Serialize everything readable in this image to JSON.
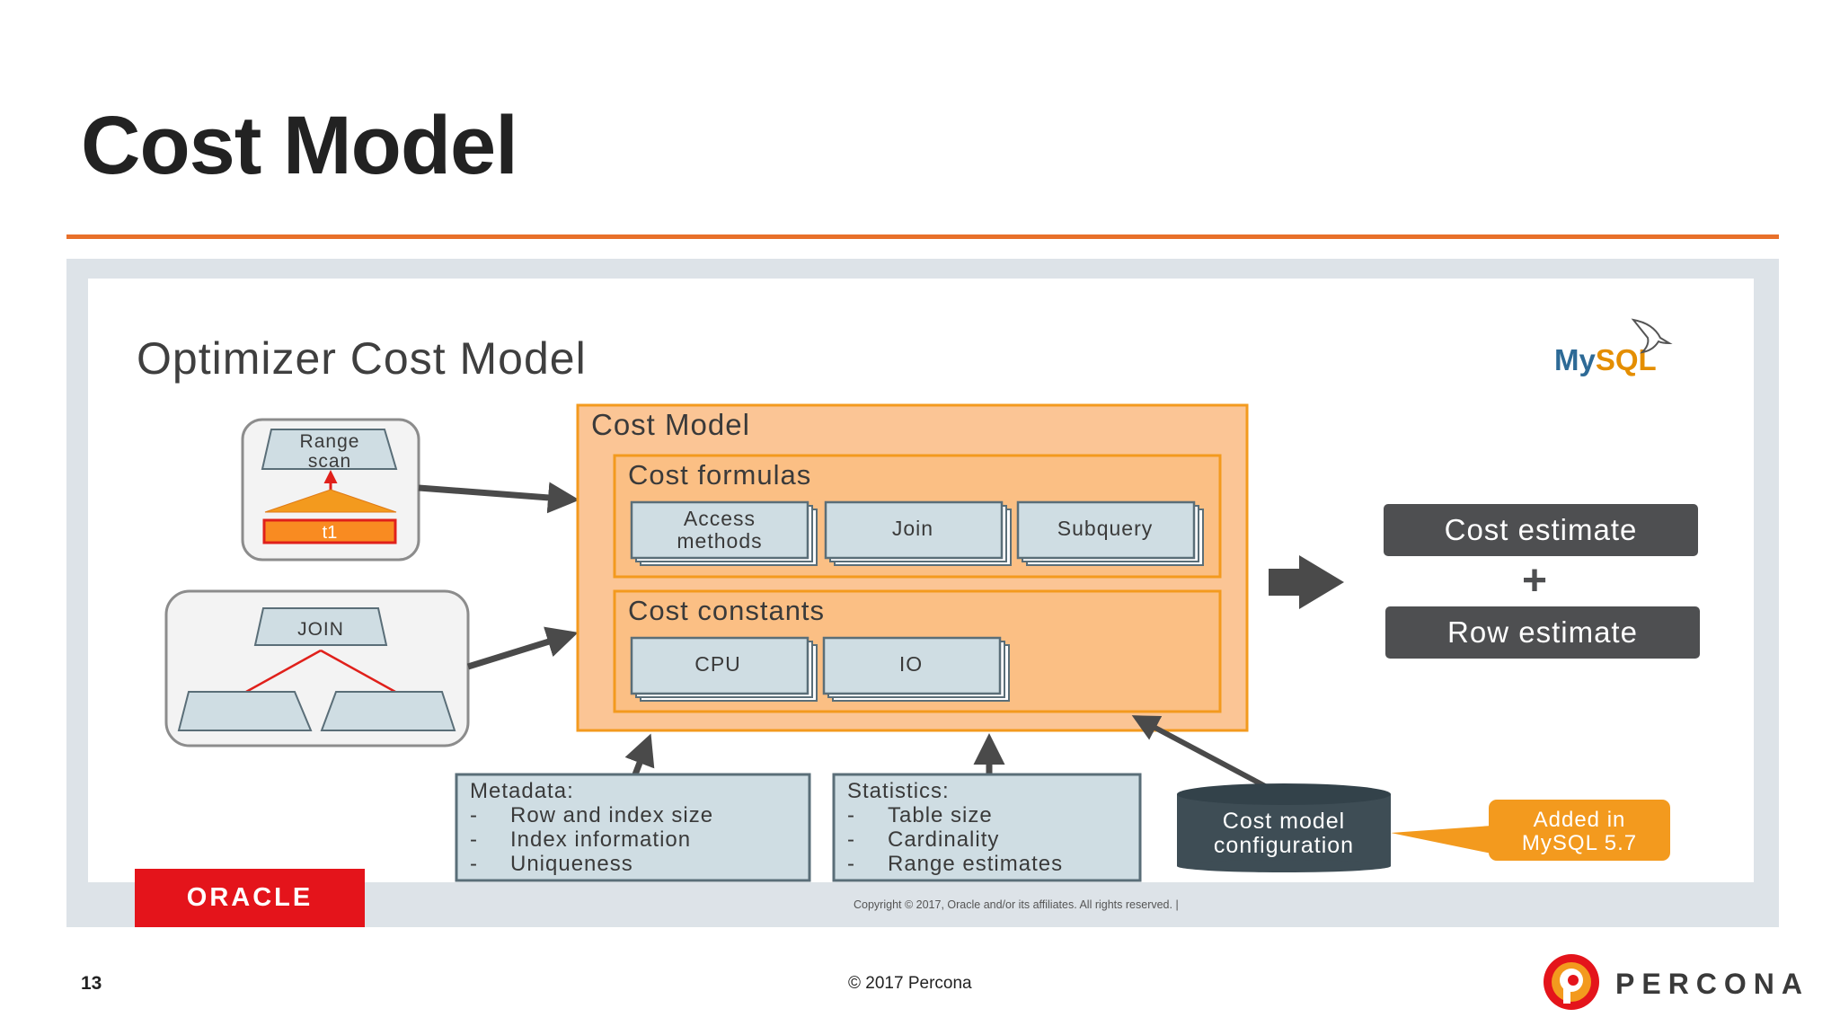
{
  "slide": {
    "title": "Cost Model",
    "page_number": "13",
    "footer_copyright": "© 2017 Percona",
    "brand_name": "PERCONA"
  },
  "embedded_slide": {
    "title": "Optimizer Cost Model",
    "mysql_logo": "MySQL",
    "oracle_logo": "ORACLE",
    "copyright": "Copyright © 2017, Oracle and/or its affiliates. All rights reserved.   |"
  },
  "diagram": {
    "range_scan_plan": {
      "node_line1": "Range",
      "node_line2": "scan",
      "table": "t1"
    },
    "join_plan": {
      "node": "JOIN"
    },
    "cost_model": {
      "title": "Cost Model",
      "formulas_title": "Cost formulas",
      "formulas": [
        "Access methods",
        "Join",
        "Subquery"
      ],
      "formula_access_line1": "Access",
      "formula_access_line2": "methods",
      "constants_title": "Cost constants",
      "constants": [
        "CPU",
        "IO"
      ]
    },
    "outputs": {
      "cost_estimate": "Cost estimate",
      "plus": "+",
      "row_estimate": "Row estimate"
    },
    "metadata": {
      "title": "Metadata:",
      "items": [
        "Row and index size",
        "Index information",
        "Uniqueness"
      ]
    },
    "statistics": {
      "title": "Statistics:",
      "items": [
        "Table size",
        "Cardinality",
        "Range estimates"
      ]
    },
    "config_db": {
      "line1": "Cost model",
      "line2": "configuration"
    },
    "callout": {
      "line1": "Added in",
      "line2": "MySQL 5.7"
    }
  },
  "colors": {
    "accent_rule": "#e8702a",
    "cost_model_fill": "#fbc595",
    "inner_box_fill": "#fbbf84",
    "box_fill": "#cfdde3",
    "dark_box": "#4e4f51",
    "db_fill": "#3e4d55",
    "callout_fill": "#f39a1e",
    "oracle_red": "#e4141b"
  }
}
